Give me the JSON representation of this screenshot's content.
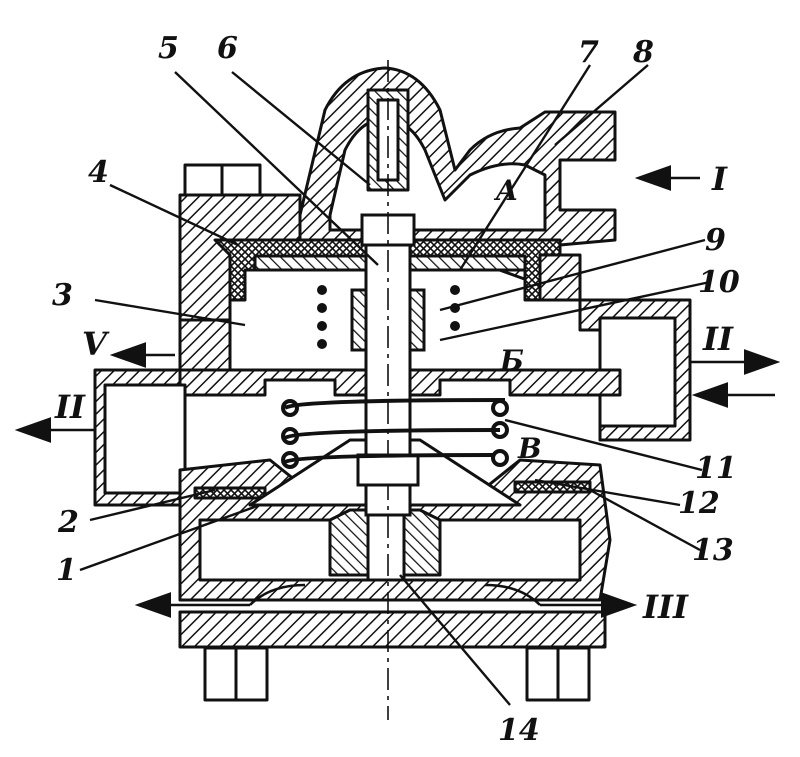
{
  "diagram": {
    "part_labels": {
      "p1": "1",
      "p2": "2",
      "p3": "3",
      "p4": "4",
      "p5": "5",
      "p6": "6",
      "p7": "7",
      "p8": "8",
      "p9": "9",
      "p10": "10",
      "p11": "11",
      "p12": "12",
      "p13": "13",
      "p14": "14"
    },
    "port_labels": {
      "I": "I",
      "II_right": "II",
      "II_left": "II",
      "III": "III",
      "V": "V"
    },
    "chamber_labels": {
      "A": "A",
      "B_top": "Б",
      "V_lower": "В"
    },
    "colors": {
      "ink": "#111111",
      "paper": "#ffffff"
    }
  }
}
